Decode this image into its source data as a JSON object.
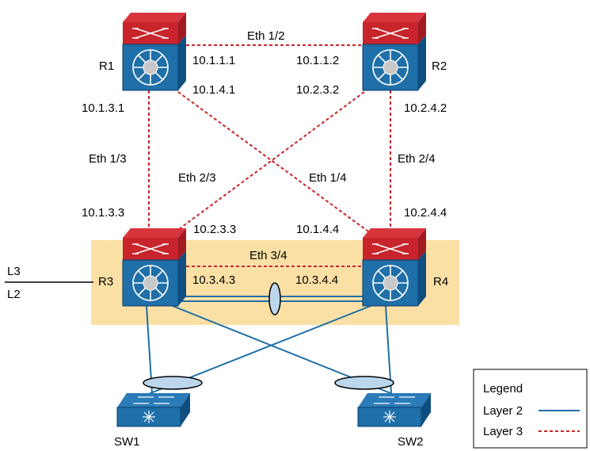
{
  "colors": {
    "layer2": "#1f6fa8",
    "layer3": "#c8242b",
    "zone": "#fbe0a6",
    "router_front": "#1f6fa8",
    "router_top": "#d8343d",
    "router_side": "#0f4f80"
  },
  "routers": {
    "r1": {
      "name": "R1"
    },
    "r2": {
      "name": "R2"
    },
    "r3": {
      "name": "R3"
    },
    "r4": {
      "name": "R4"
    }
  },
  "switches": {
    "sw1": {
      "name": "SW1"
    },
    "sw2": {
      "name": "SW2"
    }
  },
  "links": {
    "r1_r2": {
      "iface": "Eth 1/2",
      "ip_a": "10.1.1.1",
      "ip_b": "10.1.1.2"
    },
    "r1_r3": {
      "iface": "Eth 1/3",
      "ip_a": "10.1.3.1",
      "ip_b": "10.1.3.3"
    },
    "r1_r4": {
      "iface": "Eth 1/4",
      "ip_a": "10.1.4.1",
      "ip_b": "10.1.4.4"
    },
    "r2_r3": {
      "iface": "Eth 2/3",
      "ip_a": "10.2.3.2",
      "ip_b": "10.2.3.3"
    },
    "r2_r4": {
      "iface": "Eth 2/4",
      "ip_a": "10.2.4.2",
      "ip_b": "10.2.4.4"
    },
    "r3_r4": {
      "iface": "Eth 3/4",
      "ip_a": "10.3.4.3",
      "ip_b": "10.3.4.4"
    }
  },
  "boundary": {
    "upper": "L3",
    "lower": "L2"
  },
  "legend": {
    "title": "Legend",
    "items": [
      {
        "label": "Layer 2",
        "style": "solid"
      },
      {
        "label": "Layer 3",
        "style": "dashed"
      }
    ]
  }
}
